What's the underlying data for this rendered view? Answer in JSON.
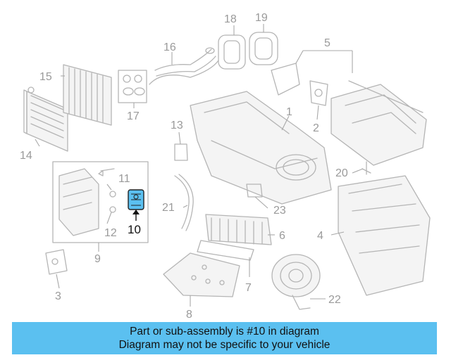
{
  "diagram": {
    "callouts": [
      "1",
      "2",
      "3",
      "4",
      "5",
      "6",
      "7",
      "8",
      "9",
      "10",
      "11",
      "12",
      "13",
      "14",
      "15",
      "16",
      "17",
      "18",
      "19",
      "20",
      "21",
      "22",
      "23"
    ],
    "highlighted_part": "10",
    "highlight_color": "#5bc0f0"
  },
  "banner": {
    "line1": "Part or sub-assembly is #10 in diagram",
    "line2": "Diagram may not be specific to your vehicle",
    "color": "#5bc0f0"
  }
}
